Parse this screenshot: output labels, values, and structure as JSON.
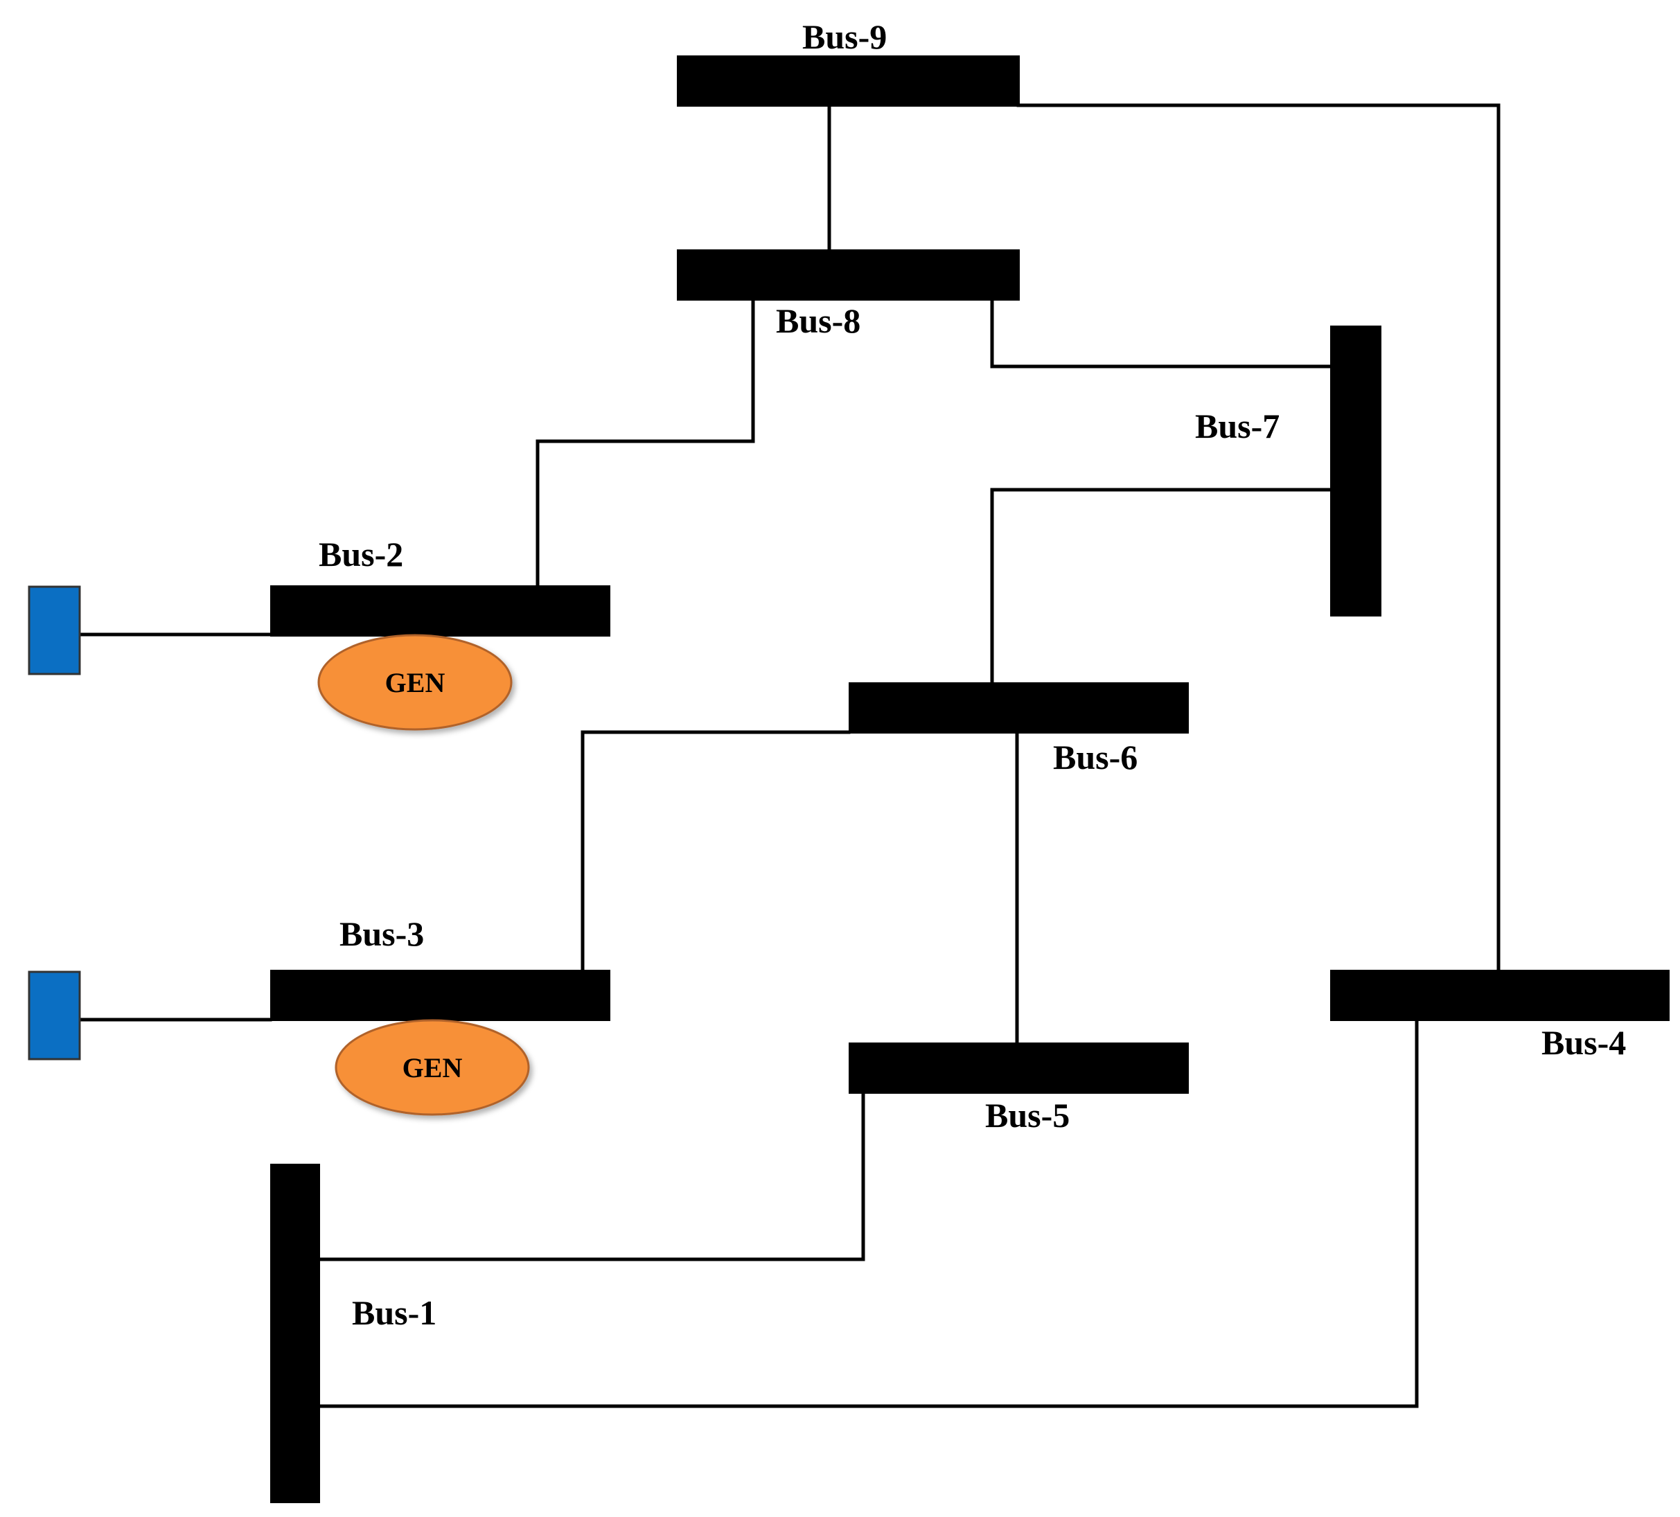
{
  "diagram": {
    "buses": [
      {
        "id": "bus-1",
        "label": "Bus-1"
      },
      {
        "id": "bus-2",
        "label": "Bus-2"
      },
      {
        "id": "bus-3",
        "label": "Bus-3"
      },
      {
        "id": "bus-4",
        "label": "Bus-4"
      },
      {
        "id": "bus-5",
        "label": "Bus-5"
      },
      {
        "id": "bus-6",
        "label": "Bus-6"
      },
      {
        "id": "bus-7",
        "label": "Bus-7"
      },
      {
        "id": "bus-8",
        "label": "Bus-8"
      },
      {
        "id": "bus-9",
        "label": "Bus-9"
      }
    ],
    "generators": [
      {
        "id": "gen-bus-2",
        "label": "GEN",
        "bus": "bus-2"
      },
      {
        "id": "gen-bus-3",
        "label": "GEN",
        "bus": "bus-3"
      }
    ],
    "lines": [
      {
        "from": "bus-9",
        "to": "bus-8"
      },
      {
        "from": "bus-9",
        "to": "bus-4"
      },
      {
        "from": "bus-8",
        "to": "bus-2"
      },
      {
        "from": "bus-8",
        "to": "bus-7"
      },
      {
        "from": "bus-7",
        "to": "bus-6"
      },
      {
        "from": "bus-6",
        "to": "bus-3"
      },
      {
        "from": "bus-6",
        "to": "bus-5"
      },
      {
        "from": "bus-5",
        "to": "bus-1"
      },
      {
        "from": "bus-4",
        "to": "bus-1"
      }
    ],
    "colors": {
      "bus_bar": "#000000",
      "gen_fill": "#f79038",
      "gen_stroke": "#b0622a",
      "source_fill": "#0b6fc3",
      "source_stroke": "#333333"
    }
  }
}
